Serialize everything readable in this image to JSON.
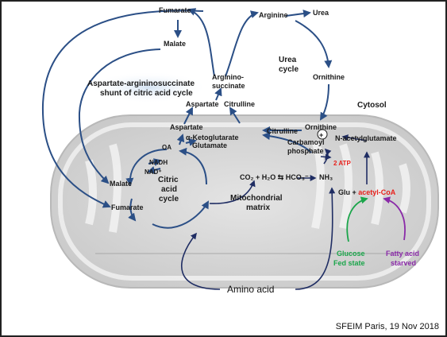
{
  "labels": {
    "fumarate_top": "Fumarate",
    "malate_top": "Malate",
    "arginine": "Arginine",
    "urea": "Urea",
    "urea_cycle_1": "Urea",
    "urea_cycle_2": "cycle",
    "ornithine_top": "Ornithine",
    "cytosol": "Cytosol",
    "argininosuccinate_1": "Arginino-",
    "argininosuccinate_2": "succinate",
    "shunt_1": "Aspartate-argininosuccinate",
    "shunt_2": "shunt of citric acid cycle",
    "aspartate_upper": "Aspartate",
    "citrulline_upper": "Citrulline",
    "aspartate_lower": "Aspartate",
    "citrulline_lower": "Citrulline",
    "ornithine_lower": "Ornithine",
    "ketoglutarate": "α-Ketoglutarate",
    "glutamate": "Glutamate",
    "oa": "OA",
    "nadh": "NADH",
    "nad": "NAD⁺",
    "malate_bottom": "Malate",
    "fumarate_bottom": "Fumarate",
    "citric_1": "Citric",
    "citric_2": "acid",
    "citric_3": "cycle",
    "carbamoyl_1": "Carbamoyl",
    "carbamoyl_2": "phosphate",
    "plus_symbol": "+",
    "n_acetylglutamate": "N-acetylglutamate",
    "two_atp": "2 ATP",
    "co2_equation": "CO₂ + H₂O ⇆ HCO₃⁻",
    "nh3": "NH₃",
    "mito_1": "Mitochondrial",
    "mito_2": "matrix",
    "glu_prefix": "Glu + ",
    "acetyl_coa": "acetyl-CoA",
    "glucose": "Glucose",
    "fed_state": "Fed state",
    "fatty_acid": "Fatty acid",
    "starved": "starved",
    "amino_acid": "Amino acid"
  },
  "colors": {
    "arrow_blue": "#2b4f86",
    "atp_red": "#e8211c",
    "acetyl_red": "#e8211c",
    "glucose_green": "#1aa54a",
    "fatty_purple": "#8a2aa8"
  },
  "footer": "SFEIM Paris, 19 Nov 2018"
}
